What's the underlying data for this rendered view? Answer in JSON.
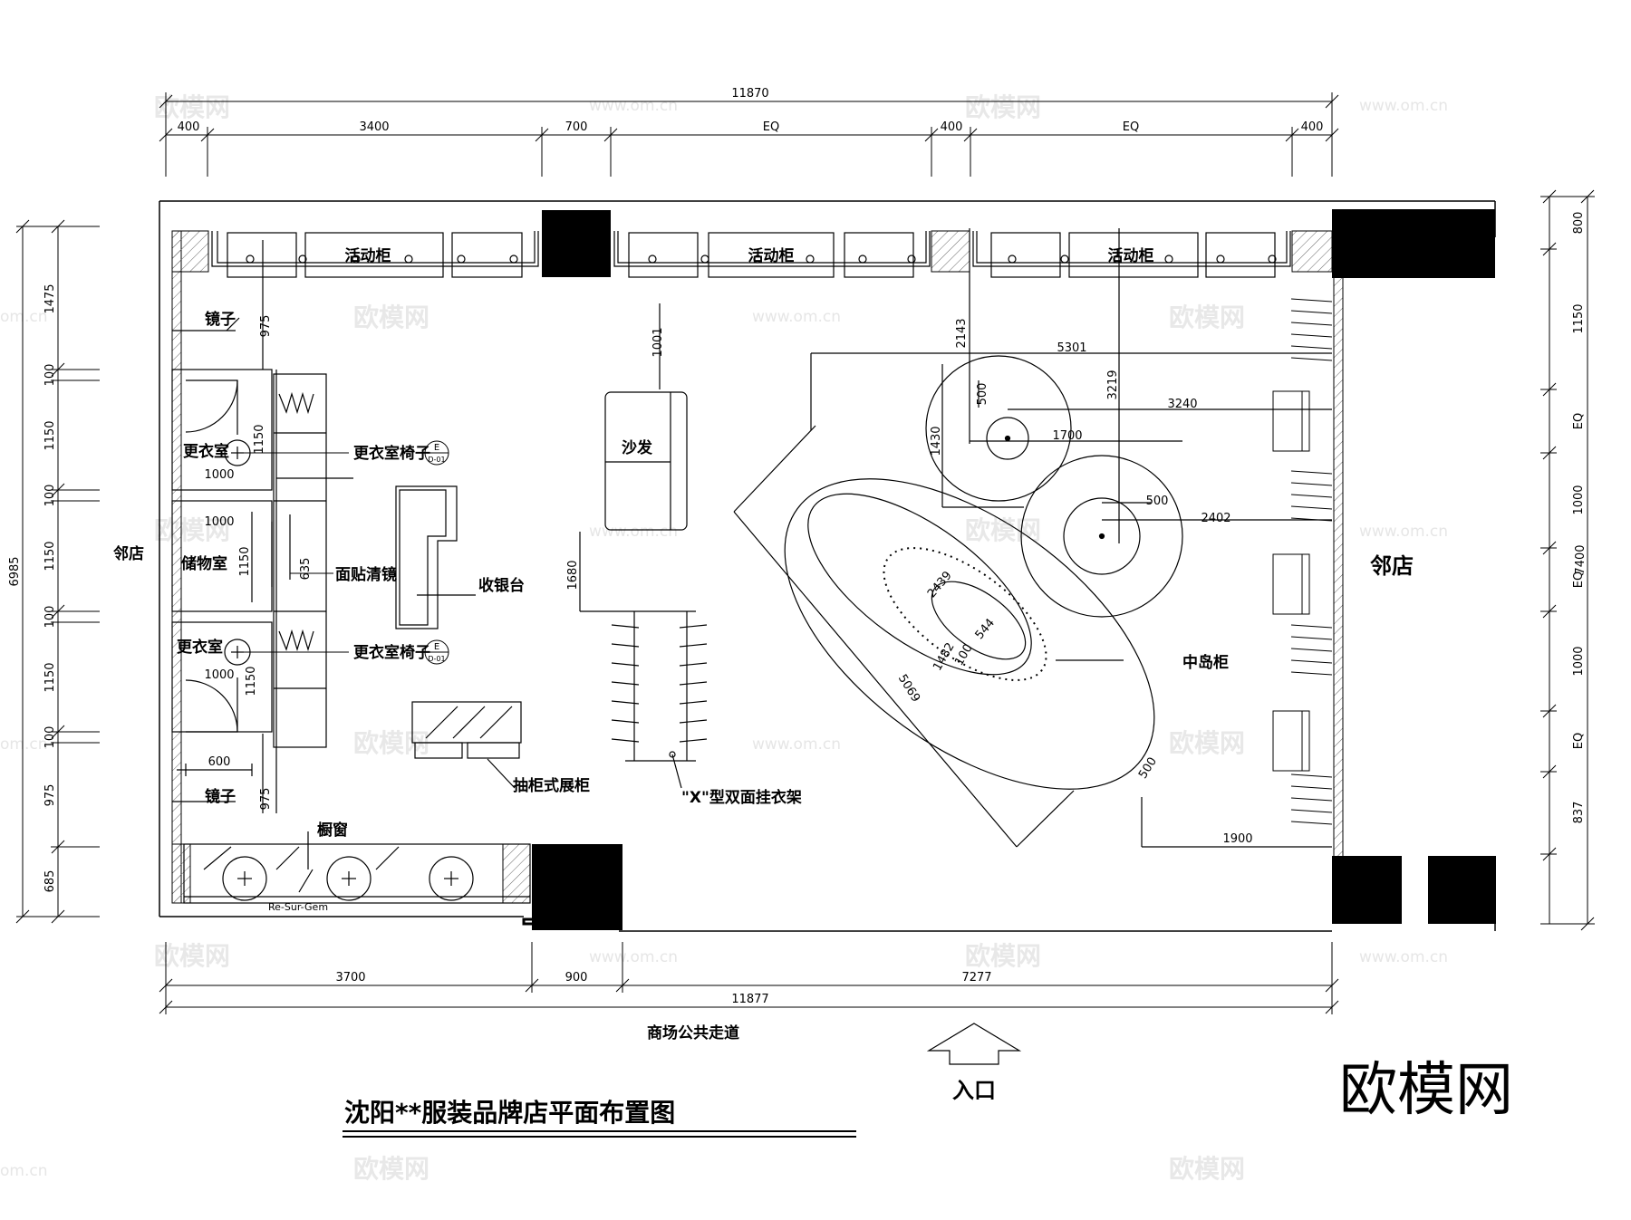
{
  "title": "沈阳**服装品牌店平面布置图",
  "entrance_label": "入口",
  "corridor_label": "商场公共走道",
  "neighbor_label": "邻店",
  "watermark_big": "欧模网",
  "watermark_small": "www.om.cn",
  "watermark_edge": "om.cn",
  "labels": {
    "cabinet": "活动柜",
    "mirror": "镜子",
    "fitting_room": "更衣室",
    "storage": "储物室",
    "fitting_chair": "更衣室椅子",
    "tag_top": "E",
    "tag_bottom": "D-01",
    "wall_mirror": "面贴清镜",
    "cashier": "收银台",
    "sofa": "沙发",
    "drawer_display": "抽柜式展柜",
    "x_rack": "\"X\"型双面挂衣架",
    "island": "中岛柜",
    "window": "橱窗",
    "brand": "Re-Sur-Gem"
  },
  "dims": {
    "top_total": "11870",
    "top_segments": [
      "400",
      "3400",
      "700",
      "EQ",
      "400",
      "EQ",
      "400"
    ],
    "bottom_segments": [
      "3700",
      "900",
      "7277"
    ],
    "bottom_total": "11877",
    "left_total": "6985",
    "left_segments": [
      "1475",
      "100",
      "1150",
      "100",
      "1150",
      "100",
      "1150",
      "100",
      "975",
      "685"
    ],
    "right_total": "7400",
    "right_segments": [
      "800",
      "1150",
      "EQ",
      "1000",
      "EQ",
      "1000",
      "EQ",
      "837"
    ],
    "inner": {
      "d975a": "975",
      "d975b": "975",
      "d1150a": "1150",
      "d1150b": "1150",
      "d1150c": "1150",
      "d1000a": "1000",
      "d1000b": "1000",
      "d1000c": "1000",
      "d600": "600",
      "d635": "635",
      "d1001": "1001",
      "d1680": "1680",
      "d5301": "5301",
      "d2143": "2143",
      "d3219": "3219",
      "d500a": "500",
      "d3240": "3240",
      "d1430": "1430",
      "d1700": "1700",
      "d500b": "500",
      "d2402": "2402",
      "d2439": "2439",
      "d544": "544",
      "d1482": "1482",
      "d100": "100",
      "d5069": "5069",
      "d500c": "500",
      "d1900": "1900"
    }
  }
}
